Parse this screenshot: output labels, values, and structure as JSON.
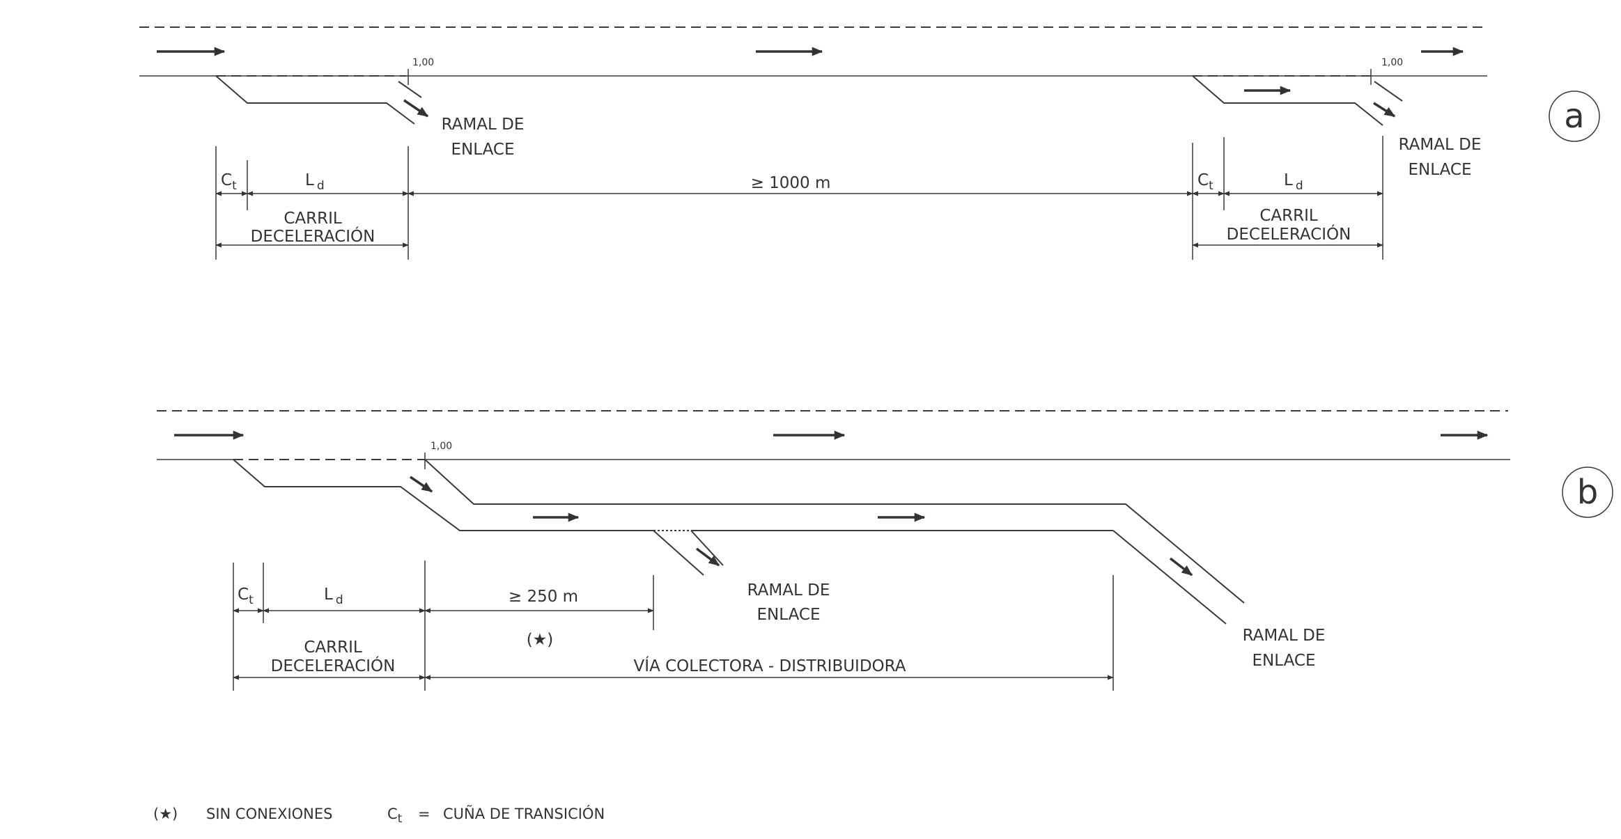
{
  "diagram_a": {
    "marker": "a",
    "offset_left": "1,00",
    "offset_right": "1,00",
    "ramp_left": [
      "RAMAL DE",
      "ENLACE"
    ],
    "ramp_right": [
      "RAMAL DE",
      "ENLACE"
    ],
    "ct_left": {
      "main": "C",
      "sub": "t"
    },
    "ld_left": {
      "main": "L",
      "sub": "d"
    },
    "ct_right": {
      "main": "C",
      "sub": "t"
    },
    "ld_right": {
      "main": "L",
      "sub": "d"
    },
    "spacing": "≥ 1000 m",
    "lane_left": [
      "CARRIL",
      "DECELERACIÓN"
    ],
    "lane_right": [
      "CARRIL",
      "DECELERACIÓN"
    ]
  },
  "diagram_b": {
    "marker": "b",
    "offset": "1,00",
    "ct": {
      "main": "C",
      "sub": "t"
    },
    "ld": {
      "main": "L",
      "sub": "d"
    },
    "spacing": "≥ 250 m",
    "note_mark": "(★)",
    "lane": [
      "CARRIL",
      "DECELERACIÓN"
    ],
    "collector": "VÍA COLECTORA -  DISTRIBUIDORA",
    "ramp_mid": [
      "RAMAL DE",
      "ENLACE"
    ],
    "ramp_end": [
      "RAMAL DE",
      "ENLACE"
    ]
  },
  "legend": {
    "star_mark": "(★)",
    "star_text": "SIN CONEXIONES",
    "ct_main": "C",
    "ct_sub": "t",
    "ct_eq": "=",
    "ct_text": "CUÑA DE TRANSICIÓN"
  }
}
